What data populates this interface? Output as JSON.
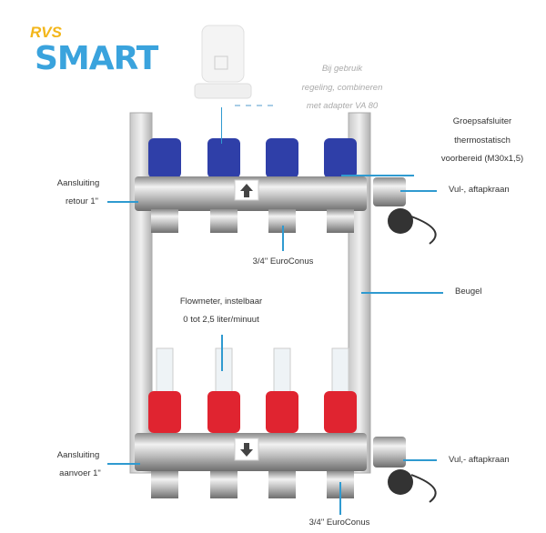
{
  "logo": {
    "line1": "RVS",
    "line2": "SMART",
    "colors": {
      "yellow": "#f3b61a",
      "blue": "#3aa3dd"
    }
  },
  "labels": {
    "actuator_note": [
      "Bij gebruik",
      "regeling, combineren",
      "met adapter VA 80"
    ],
    "group_valve": [
      "Groepsafsluiter",
      "thermostatisch",
      "voorbereid (M30x1,5)"
    ],
    "return_connection": [
      "Aansluiting",
      "retour 1\""
    ],
    "drain_top": "Vul-, aftapkraan",
    "euroconus_top": "3/4\" EuroConus",
    "bracket": "Beugel",
    "flowmeter": [
      "Flowmeter, instelbaar",
      "0 tot 2,5 liter/minuut"
    ],
    "supply_connection": [
      "Aansluiting",
      "aanvoer 1\""
    ],
    "drain_bottom": "Vul,- aftapkraan",
    "euroconus_bottom": "3/4\" EuroConus"
  },
  "colors": {
    "callout": "#2f9ad0",
    "blue_cap": "#2f3fa8",
    "red_cap": "#e02430"
  }
}
